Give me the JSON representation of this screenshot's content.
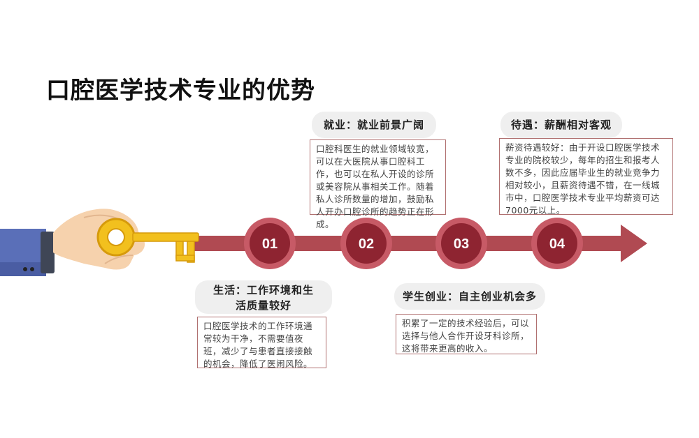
{
  "title": "口腔医学技术专业的优势",
  "nodes": [
    {
      "label": "01"
    },
    {
      "label": "02"
    },
    {
      "label": "03"
    },
    {
      "label": "04"
    }
  ],
  "cards": {
    "jiuye": {
      "heading": "就业：就业前景广阔",
      "body": "口腔科医生的就业领域较宽，可以在大医院从事口腔科工作，也可以在私人开设的诊所或美容院从事相关工作。随着私人诊所数量的增加，鼓励私人开办口腔诊所的趋势正在形成。"
    },
    "daiyu": {
      "heading": "待遇：薪酬相对客观",
      "body": "薪资待遇较好：由于开设口腔医学技术专业的院校较少，每年的招生和报考人数不多，因此应届毕业生的就业竞争力相对较小，且薪资待遇不错，在一线城市中，口腔医学技术专业平均薪资可达7000元以上。"
    },
    "shenghuo": {
      "heading": "生活：工作环境和生活质量较好",
      "body": "口腔医学技术的工作环境通常较为干净，不需要值夜班，减少了与患者直接接触的机会，降低了医闹风险。"
    },
    "chuangye": {
      "heading": "学生创业：自主创业机会多",
      "body": "积累了一定的技术经验后，可以选择与他人合作开设牙科诊所，这将带来更高的收入。"
    }
  },
  "colors": {
    "arrow": "#b04a52",
    "node_outer": "#c75a66",
    "node_inner": "#8e2431",
    "key_gold": "#f2c01e",
    "sleeve": "#5a6fb8",
    "skin": "#f6d2ad",
    "box_border": "#b07070",
    "pill_bg": "#efefef"
  }
}
